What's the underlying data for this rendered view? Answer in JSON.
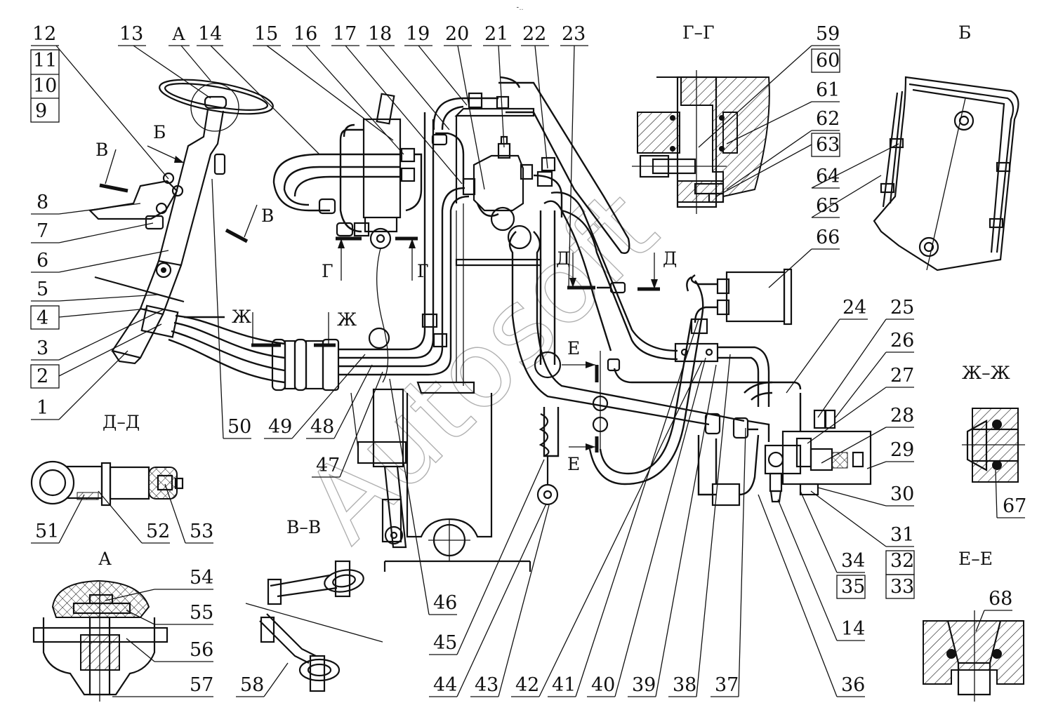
{
  "drawing": {
    "watermark": "Autosoft",
    "part_numbers_top": [
      "12",
      "13",
      "14",
      "15",
      "16",
      "17",
      "18",
      "19",
      "20",
      "21",
      "22",
      "23",
      "59"
    ],
    "boxed_left": [
      "11",
      "10",
      "9"
    ],
    "left_numbers": [
      "8",
      "7",
      "6",
      "5",
      "4",
      "3",
      "2",
      "1"
    ],
    "bottom_numbers": [
      "50",
      "49",
      "48",
      "47",
      "46",
      "45",
      "44",
      "43",
      "42",
      "41",
      "40",
      "39",
      "38",
      "37",
      "36"
    ],
    "right_numbers": [
      "60",
      "61",
      "62",
      "63",
      "64",
      "65",
      "66",
      "24",
      "25",
      "26",
      "27",
      "28",
      "29",
      "30",
      "31",
      "32",
      "33",
      "34",
      "35",
      "14"
    ],
    "detail_numbers": [
      "51",
      "52",
      "53",
      "54",
      "55",
      "56",
      "57",
      "58",
      "67",
      "68"
    ],
    "view_letters": [
      "А",
      "Б",
      "В",
      "В",
      "Г",
      "Г",
      "Д",
      "Д",
      "Е",
      "Е",
      "Ж",
      "Ж"
    ],
    "section_titles": {
      "g_g": "Г–Г",
      "b": "Б",
      "d_d": "Д–Д",
      "a": "А",
      "v_v": "В–В",
      "zh_zh": "Ж–Ж",
      "e_e": "Е–Е"
    },
    "top_mark": "⁃‥"
  }
}
